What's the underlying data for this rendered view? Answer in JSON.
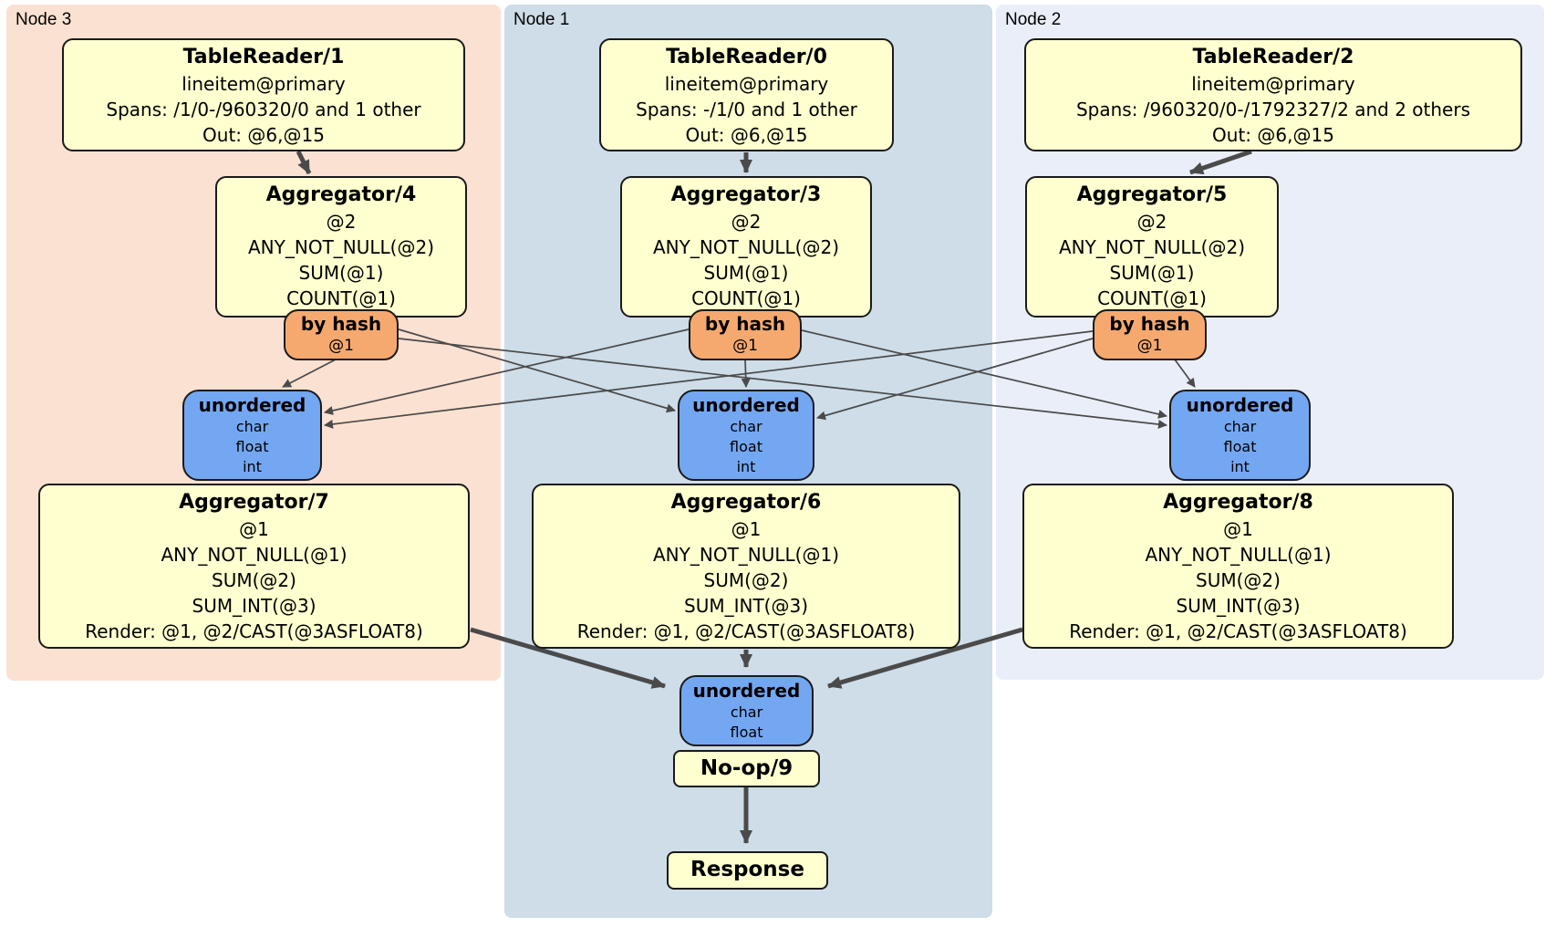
{
  "panels": {
    "node3": {
      "label": "Node 3"
    },
    "node1": {
      "label": "Node 1"
    },
    "node2": {
      "label": "Node 2"
    }
  },
  "colors": {
    "panel_node3_bg": "#fbe1d2",
    "panel_node1_bg": "#cedde8",
    "panel_node2_bg": "#e9eef8",
    "processor_bg": "#ffffcf",
    "router_bg": "#f6a96f",
    "stream_bg": "#74a7f2",
    "edge": "#4a4a4a"
  },
  "processors": {
    "tr1": {
      "title": "TableReader/1",
      "rows": [
        "lineitem@primary",
        "Spans: /1/0-/960320/0 and 1 other",
        "Out: @6,@15"
      ]
    },
    "tr0": {
      "title": "TableReader/0",
      "rows": [
        "lineitem@primary",
        "Spans: -/1/0 and 1 other",
        "Out: @6,@15"
      ]
    },
    "tr2": {
      "title": "TableReader/2",
      "rows": [
        "lineitem@primary",
        "Spans: /960320/0-/1792327/2 and 2 others",
        "Out: @6,@15"
      ]
    },
    "agg4": {
      "title": "Aggregator/4",
      "rows": [
        "@2",
        "ANY_NOT_NULL(@2)",
        "SUM(@1)",
        "COUNT(@1)"
      ]
    },
    "agg3": {
      "title": "Aggregator/3",
      "rows": [
        "@2",
        "ANY_NOT_NULL(@2)",
        "SUM(@1)",
        "COUNT(@1)"
      ]
    },
    "agg5": {
      "title": "Aggregator/5",
      "rows": [
        "@2",
        "ANY_NOT_NULL(@2)",
        "SUM(@1)",
        "COUNT(@1)"
      ]
    },
    "agg7": {
      "title": "Aggregator/7",
      "rows": [
        "@1",
        "ANY_NOT_NULL(@1)",
        "SUM(@2)",
        "SUM_INT(@3)",
        "Render: @1, @2/CAST(@3ASFLOAT8)"
      ]
    },
    "agg6": {
      "title": "Aggregator/6",
      "rows": [
        "@1",
        "ANY_NOT_NULL(@1)",
        "SUM(@2)",
        "SUM_INT(@3)",
        "Render: @1, @2/CAST(@3ASFLOAT8)"
      ]
    },
    "agg8": {
      "title": "Aggregator/8",
      "rows": [
        "@1",
        "ANY_NOT_NULL(@1)",
        "SUM(@2)",
        "SUM_INT(@3)",
        "Render: @1, @2/CAST(@3ASFLOAT8)"
      ]
    },
    "noop": {
      "title": "No-op/9"
    },
    "response": {
      "title": "Response"
    }
  },
  "routers": {
    "by_hash": {
      "title": "by hash",
      "tag": "@1"
    }
  },
  "streams": {
    "unordered3": {
      "title": "unordered",
      "types": [
        "char",
        "float",
        "int"
      ]
    },
    "unordered2": {
      "title": "unordered",
      "types": [
        "char",
        "float"
      ]
    }
  }
}
